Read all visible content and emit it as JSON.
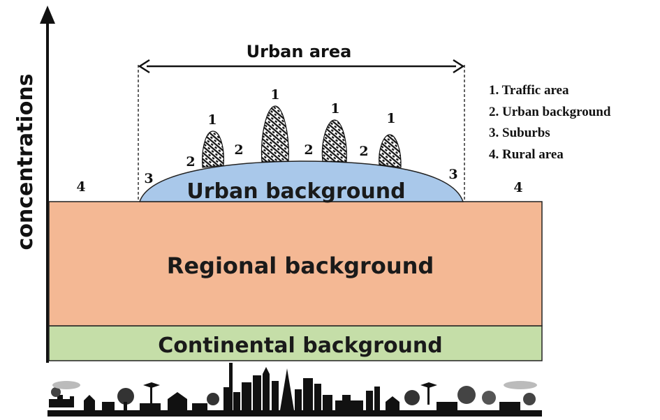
{
  "y_axis_label": "concentrations",
  "urban_area_label": "Urban area",
  "layers": {
    "urban": "Urban background",
    "regional": "Regional background",
    "continental": "Continental background"
  },
  "markers": {
    "traffic": "1",
    "urban_background": "2",
    "suburbs": "3",
    "rural": "4"
  },
  "legend": [
    "1. Traffic area",
    "2. Urban background",
    "3. Suburbs",
    "4. Rural area"
  ],
  "colors": {
    "urban_fill": "#a9c8ea",
    "regional_fill": "#f4b894",
    "continental_fill": "#c5dea8",
    "outline": "#111111"
  }
}
